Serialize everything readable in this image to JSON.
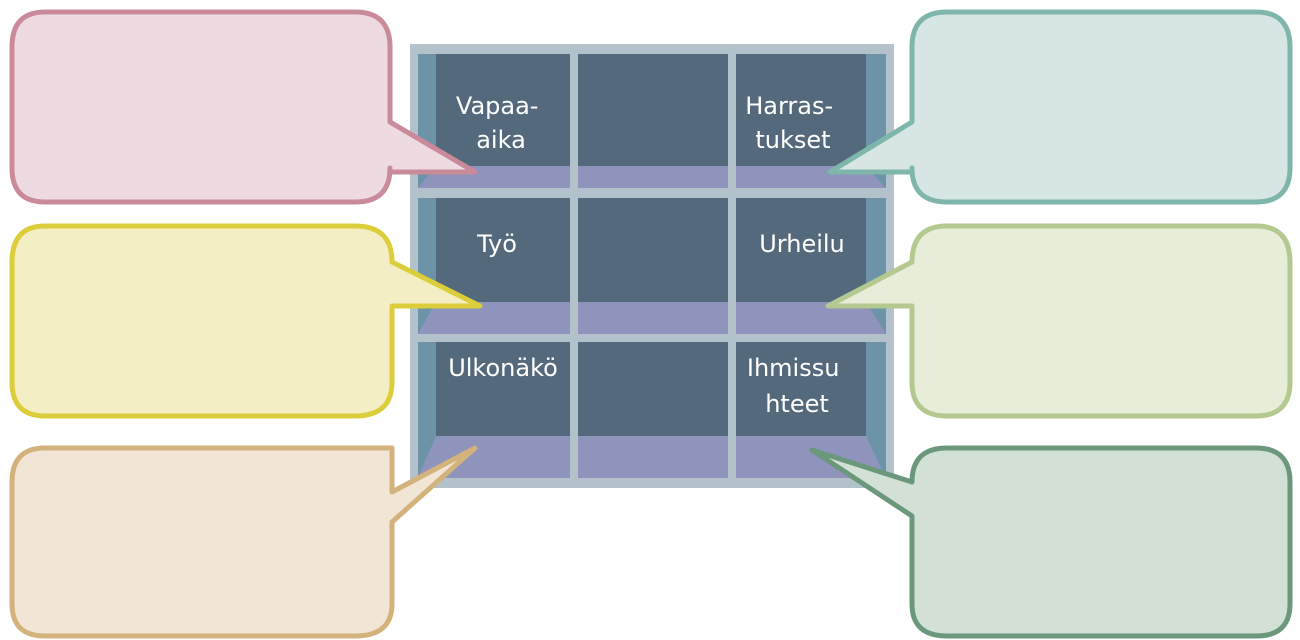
{
  "shelf": {
    "labels": {
      "top_left": [
        "Vapaa-",
        "aika"
      ],
      "top_right": [
        "Harras-",
        "tukset"
      ],
      "middle_left": [
        "Työ"
      ],
      "middle_right": [
        "Urheilu"
      ],
      "bottom_left": [
        "Ulkonäkö"
      ],
      "bottom_right": [
        "Ihmissu",
        "hteet"
      ]
    }
  },
  "bubbles": [
    {
      "name": "pink",
      "fill": "#eedbe1",
      "stroke": "#c98a9a"
    },
    {
      "name": "yellow",
      "fill": "#f4eec4",
      "stroke": "#dccd3a"
    },
    {
      "name": "tan",
      "fill": "#f1e6d5",
      "stroke": "#d3b27c"
    },
    {
      "name": "teal",
      "fill": "#d7e6e4",
      "stroke": "#7fb6ac"
    },
    {
      "name": "sage",
      "fill": "#e7edd9",
      "stroke": "#b3c98f"
    },
    {
      "name": "green",
      "fill": "#d3e0d6",
      "stroke": "#6b987a"
    }
  ],
  "colors": {
    "shelf_frame": "#b3c2ca",
    "shelf_side": "#6c93a8",
    "compartment_back": "#546a7c",
    "compartment_floor": "#8e94bc"
  }
}
